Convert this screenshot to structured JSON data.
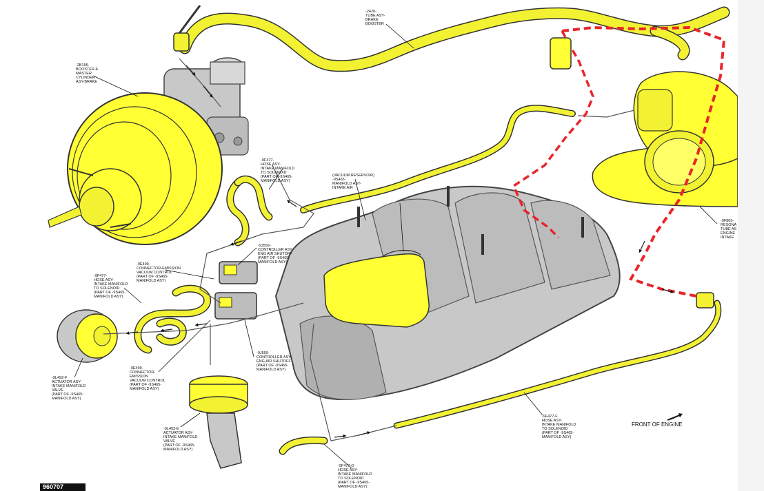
{
  "figure_id": "960707",
  "front_label": "FRONT OF ENGINE",
  "colors": {
    "highlight": "#ffff33",
    "hose": "#f2f233",
    "route_red": "#e8252b",
    "route_white": "#ffffff",
    "arrow_teal": "#2a9d8f",
    "part_gray": "#c8c8c8"
  },
  "labels": {
    "tube_brake_booster": "-2420-\nTUBE ASY-\nBRAKE\nBOOSTER",
    "booster_master_cylinder": "-2B195-\nBOOSTER &\nMASTER\nCYLINDER\nASY-BRAKE",
    "hose_9f477_top": "-9F477-\nHOSE ASY-\nINTAKE MANIFOLD\nTO SOLENOID\n(PART OF -9S465-\nMANIFOLD ASY)",
    "vacuum_reservoir": "(VACUUM RESERVOIR)\n-9S465-\nMANIFOLD ASY-\nINTAKE AIR",
    "controller_9j559_top": "-9J559-\nCONTROLLER ASY-\nENG AIR SHUTOFF\n(PART OF -9S465-\nMANIFOLD ASY)",
    "connector_9e499_top": "-9E499-\nCONNECTOR-EMISSION\nVACUUM CONTROL\n(PART OF -9S465-\nMANIFOLD ASY)",
    "hose_9f477_left": "-9F477-\nHOSE ASY-\nINTAKE MANIFOLD\nTO SOLENOID\n(PART OF -9S465-\nMANIFOLD ASY)",
    "controller_9j559_bottom": "-9J559-\nCONTROLLER ASY-\nENG AIR SHUTOFF\n(PART OF -9S465-\nMANIFOLD ASY)",
    "connector_9e499_bottom": "-9E499-\nCONNECTOR-\nEMISSION\nVACUUM CONTROL\n(PART OF -9S465-\nMANIFOLD ASY)",
    "actuator_9l492_f": "-9L492-F\nACTUATOR ASY-\nINTAKE MANIFOLD\nVALVE\n(PART OF -9S465-\nMANIFOLD ASY)",
    "actuator_9l492_e": "-9L492-E\nACTUATOR ASY-\nINTAKE MANIFOLD\nVALVE\n(PART OF -9S465-\nMANIFOLD ASY)",
    "hose_9f477_f": "-9F477-F\nHOSE ASY-\nINTAKE MANIFOLD\nTO SOLENOID\n(PART OF -9S465-\nMANIFOLD ASY)",
    "hose_9f477_g": "-9F477-G\nHOSE ASY-\nINTAKE MANIFOLD\nTO SOLENOID\n(PART OF -9S465-\nMANIFOLD ASY)",
    "resonator_9f805": "-9F805-\nRESONA\nTUBE AS\nENGINE\nINTAKE"
  }
}
